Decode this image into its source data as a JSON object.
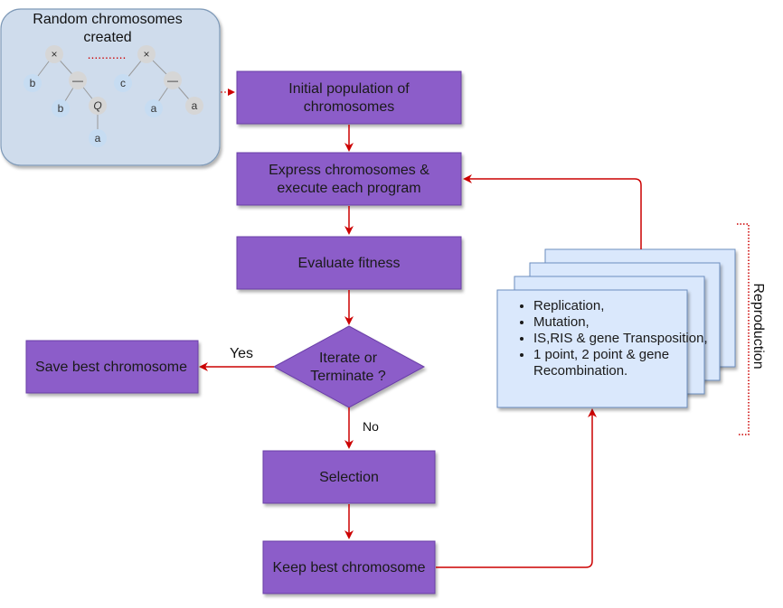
{
  "random_panel": {
    "title_line1": "Random chromosomes",
    "title_line2": "created",
    "tree1": {
      "root": "×",
      "left_leaf": "b",
      "minus": "—",
      "minus_left": "b",
      "q": "Q",
      "q_child": "a"
    },
    "dots": "...........",
    "tree2": {
      "root": "×",
      "left_leaf": "c",
      "minus": "—",
      "minus_left": "a",
      "minus_right": "a"
    }
  },
  "flow": {
    "initial_line1": "Initial population of",
    "initial_line2": "chromosomes",
    "express_line1": "Express chromosomes &",
    "express_line2": "execute each program",
    "evaluate": "Evaluate fitness",
    "decision_line1": "Iterate or",
    "decision_line2": "Terminate ?",
    "save_best": "Save best chromosome",
    "selection": "Selection",
    "keep_best": "Keep best chromosome",
    "yes_label": "Yes",
    "no_label": "No"
  },
  "reproduction": {
    "label": "Reproduction",
    "items": [
      "Replication,",
      "Mutation,",
      "IS,RIS & gene Transposition,",
      "1 point, 2 point & gene Recombination."
    ]
  },
  "colors": {
    "process_fill": "#8c5dc9",
    "process_stroke": "#6b3fa8",
    "arrow": "#cc0000",
    "panel_fill": "#cfdcec",
    "panel_stroke": "#7f9ab8",
    "stack_fill": "#dae8fc",
    "stack_stroke": "#6c8ebf",
    "node_fill": "#c6dcf2",
    "node_dark_fill": "#d6d6d6"
  }
}
